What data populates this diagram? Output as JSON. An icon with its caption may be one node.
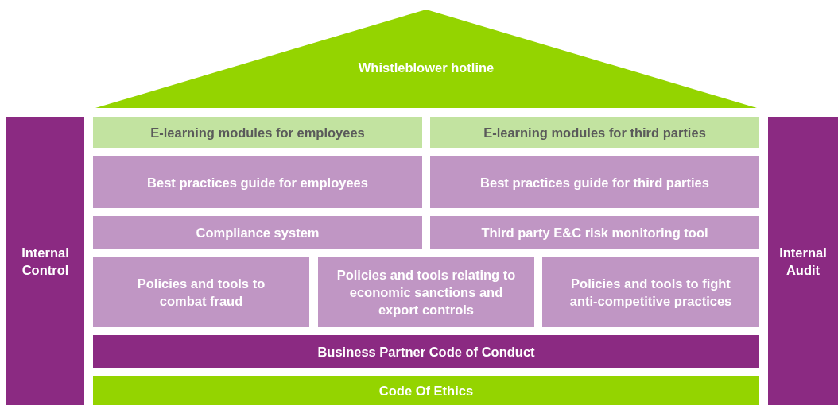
{
  "diagram": {
    "nodes": [
      {
        "text": [
          "Whistleblower hotline"
        ]
      },
      {
        "text": [
          "Internal Control"
        ]
      },
      {
        "text": [
          "E-learning modules for employees"
        ]
      },
      {
        "text": [
          "E-learning modules for third parties"
        ]
      },
      {
        "text": [
          "Best practices guide for employees"
        ]
      },
      {
        "text": [
          "Best practices guide for third parties"
        ]
      },
      {
        "text": [
          "Compliance system"
        ]
      },
      {
        "text": [
          "Third party E&C risk monitoring tool"
        ]
      },
      {
        "text": [
          "Policies and tools to combat fraud"
        ]
      },
      {
        "text": [
          "Policies and tools relating to economic sanctions and export controls"
        ]
      },
      {
        "text": [
          "Policies and tools to fight anti-competitive practices"
        ]
      },
      {
        "text": [
          "Business Partner Code of Conduct"
        ]
      },
      {
        "text": [
          "Code Of Ethics"
        ]
      },
      {
        "text": [
          "Internal Audit"
        ]
      }
    ],
    "edges": []
  }
}
